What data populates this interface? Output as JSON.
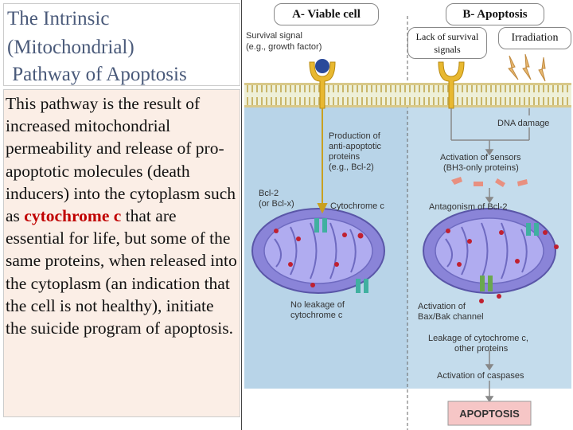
{
  "title": {
    "line1": "The Intrinsic",
    "line2": "(Mitochondrial)",
    "line3": " Pathway of Apoptosis"
  },
  "body": {
    "part1": "This pathway is the result of increased mitochondrial permeability and release of pro-apoptotic molecules (death inducers) into the cytoplasm such as ",
    "highlight": "cytochrome c",
    "part2": "  that are essential for life, but some of the same proteins, when released into the cytoplasm (an indication that the cell is not healthy), initiate the suicide program of apoptosis."
  },
  "diagram": {
    "panel_a_title": "A- Viable cell",
    "panel_b_title": "B- Apoptosis",
    "lack_of_signals": "Lack of survival signals",
    "irradiation": "Irradiation",
    "survival_signal_1": "Survival signal",
    "survival_signal_2": "(e.g., growth factor)",
    "production_1": "Production of",
    "production_2": "anti-apoptotic",
    "production_3": "proteins",
    "production_4": "(e.g., Bcl-2)",
    "bcl2_1": "Bcl-2",
    "bcl2_2": "(or Bcl-x)",
    "cytochrome_c": "Cytochrome c",
    "no_leakage_1": "No leakage of",
    "no_leakage_2": "cytochrome c",
    "dna_damage": "DNA damage",
    "activation_sensors_1": "Activation of sensors",
    "activation_sensors_2": "(BH3-only proteins)",
    "antagonism": "Antagonism of Bcl-2",
    "activation_bax_1": "Activation of",
    "activation_bax_2": "Bax/Bak channel",
    "leakage_1": "Leakage of cytochrome c,",
    "leakage_2": "other proteins",
    "activation_caspases": "Activation of caspases",
    "apoptosis": "APOPTOSIS"
  },
  "colors": {
    "title_text": "#4a5a7a",
    "text_box_bg": "#fbeee6",
    "highlight": "#c00000",
    "panel_a_bg": "#b8d4e8",
    "panel_b_bg": "#c4dcec",
    "mitochondria": "#8a84d8",
    "arrow": "#c8a020",
    "apoptosis_box": "#f6c6c6"
  }
}
